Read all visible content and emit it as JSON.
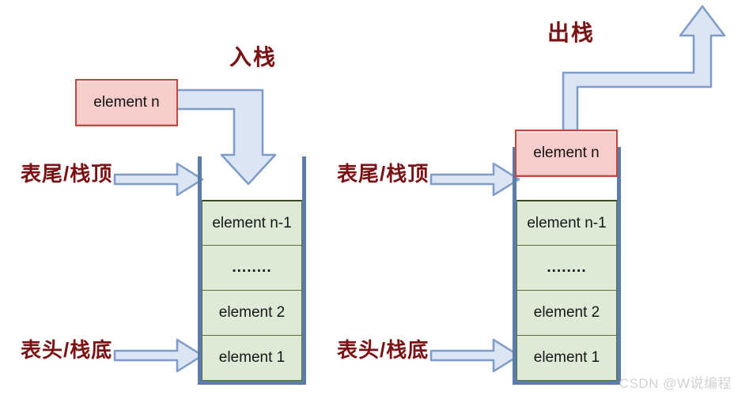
{
  "left_diagram": {
    "operation_label": "入栈",
    "incoming_element": "element n",
    "top_pointer_label": "表尾/栈顶",
    "bottom_pointer_label": "表头/栈底",
    "stack_cells": [
      "element n-1",
      "........",
      "element 2",
      "element 1"
    ]
  },
  "right_diagram": {
    "operation_label": "出栈",
    "top_element": "element n",
    "top_pointer_label": "表尾/栈顶",
    "bottom_pointer_label": "表头/栈底",
    "stack_cells": [
      "element n-1",
      "........",
      "element 2",
      "element 1"
    ]
  },
  "watermark": "CSDN @W说编程",
  "colors": {
    "label_text": "#7a1114",
    "element_box_fill": "#f6cdcb",
    "element_box_border": "#c2473c",
    "cell_fill": "#dcead6",
    "cell_border": "#5c7140",
    "arrow_fill": "#dbe5f3",
    "arrow_stroke": "#7e9cc9",
    "stack_wall": "#5b7ca8",
    "watermark_text": "#d2d2d2"
  }
}
